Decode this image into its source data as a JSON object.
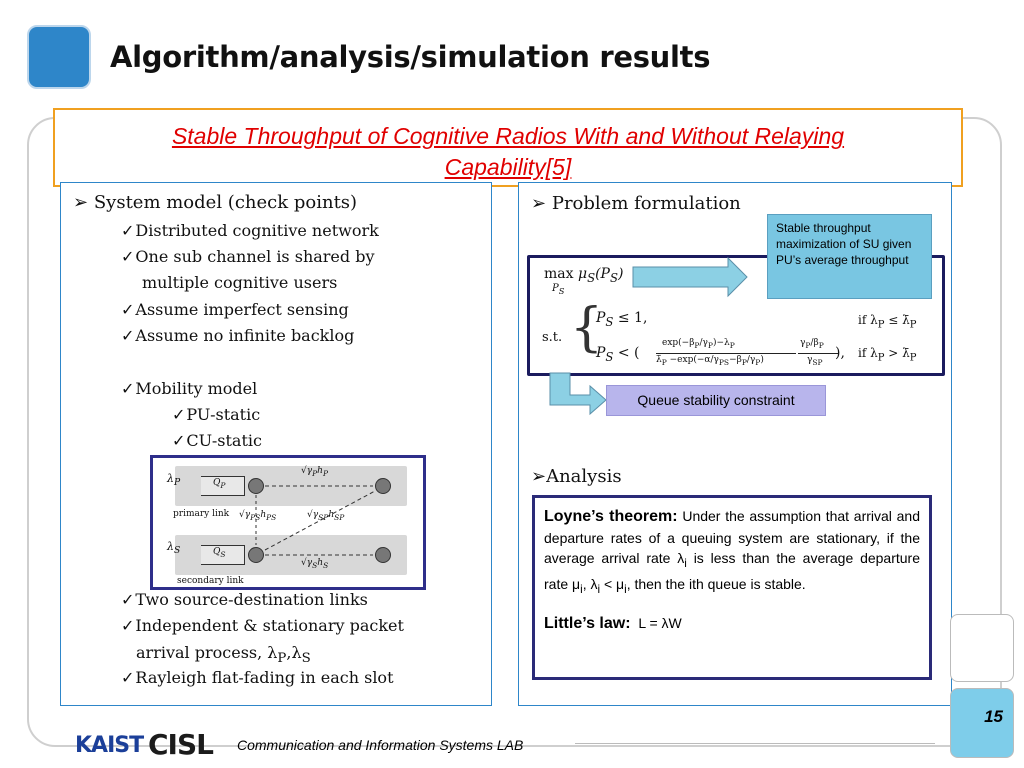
{
  "header": {
    "title": "Algorithm/analysis/simulation results"
  },
  "subtitle": {
    "line1": "Stable Throughput of Cognitive Radios With and Without Relaying",
    "line2": "Capability[5]"
  },
  "left": {
    "heading": "System model (check points)",
    "items": [
      "Distributed cognitive network",
      "One sub channel is shared by",
      "multiple cognitive users",
      "Assume imperfect sensing",
      "Assume no infinite backlog",
      "Mobility model",
      "PU-static",
      "CU-static",
      "Two source-destination links",
      "Independent & stationary packet",
      "arrival process, λ",
      "Rayleigh flat-fading in each slot"
    ],
    "arrival_sub_p": "P",
    "arrival_sub_s": "S",
    "arrival_sep": ",λ",
    "diagram": {
      "lambda_p": "λ",
      "lambda_p_sub": "P",
      "lambda_s": "λ",
      "lambda_s_sub": "S",
      "qp": "Q",
      "qp_sub": "P",
      "qs": "Q",
      "qs_sub": "S",
      "primary": "primary link",
      "secondary": "secondary link",
      "g1": "√γ",
      "g1_rest": "P",
      "g1_h": "h",
      "g1_h_sub": "P",
      "g2": "√γ",
      "g2_rest": "PS",
      "g2_h": "h",
      "g2_h_sub": "PS",
      "g3": "√γ",
      "g3_rest": "SP",
      "g3_h": "h",
      "g3_h_sub": "SP",
      "g4": "√γ",
      "g4_rest": "S",
      "g4_h": "h",
      "g4_h_sub": "S"
    }
  },
  "right": {
    "heading": "Problem formulation",
    "note": "Stable throughput maximization of SU given PU’s average throughput",
    "queue_label": "Queue stability constraint",
    "analysis_heading": "Analysis",
    "formula": {
      "max": "max",
      "max_sub": "P",
      "max_sub2": "S",
      "mu": "μ",
      "mu_sub": "S",
      "mu_arg": "(P",
      "mu_arg_sub": "S",
      "mu_close": ")",
      "st": "s.t.",
      "c1": "P",
      "c1_sub": "S",
      "c1_rel": " ≤ 1,",
      "c1_if": "if  λ",
      "c1_if_sub": "P",
      "c1_if_rel": " ≤ λ̄",
      "c1_if_sub2": "P",
      "c2": "P",
      "c2_sub": "S",
      "c2_rel": " < (",
      "num": "exp(−β",
      "num_sub": "P",
      "num_mid": "/γ",
      "num_sub2": "P",
      "num_end": ")−λ",
      "num_sub3": "P",
      "den": "λ̄",
      "den_sub": "P",
      "den_mid": " −exp(−α/γ",
      "den_sub2": "PS",
      "den_mid2": "−β",
      "den_sub3": "P",
      "den_mid3": "/γ",
      "den_sub4": "P",
      "den_end": ")",
      "r_num": "γ",
      "r_num_sub": "P",
      "r_num_mid": "/β",
      "r_num_sub2": "P",
      "r_den": "γ",
      "r_den_sub": "SP",
      "c2_close": "),",
      "c2_if": "if  λ",
      "c2_if_sub": "P",
      "c2_if_rel": " > λ̄",
      "c2_if_sub2": "P"
    },
    "theorem": {
      "loyne_title": "Loyne’s  theorem:",
      "loyne_body_1": " Under the assumption that arrival and departure rates of a queuing system are stationary, if the average arrival rate λ",
      "sub_i1": "i",
      "loyne_body_2": " is less than the average departure rate μ",
      "sub_i2": "i",
      "loyne_body_3": ", λ",
      "sub_i3": "i",
      "loyne_body_4": " < μ",
      "sub_i4": "i",
      "loyne_body_5": ", then the ith queue is stable.",
      "little_title": "Little’s law:",
      "little_body": "L = λW"
    }
  },
  "footer": {
    "page_number": "15",
    "lab": "Communication and Information Systems LAB",
    "logo1": "KAIST",
    "logo2": "CISL"
  },
  "colors": {
    "accent_blue": "#2e86c9",
    "title_red": "#e00000",
    "frame_orange": "#f0a020",
    "note_cyan": "#79c6e2",
    "queue_lavender": "#b8b5ec",
    "arrow_cyan": "#8cd0e4"
  }
}
